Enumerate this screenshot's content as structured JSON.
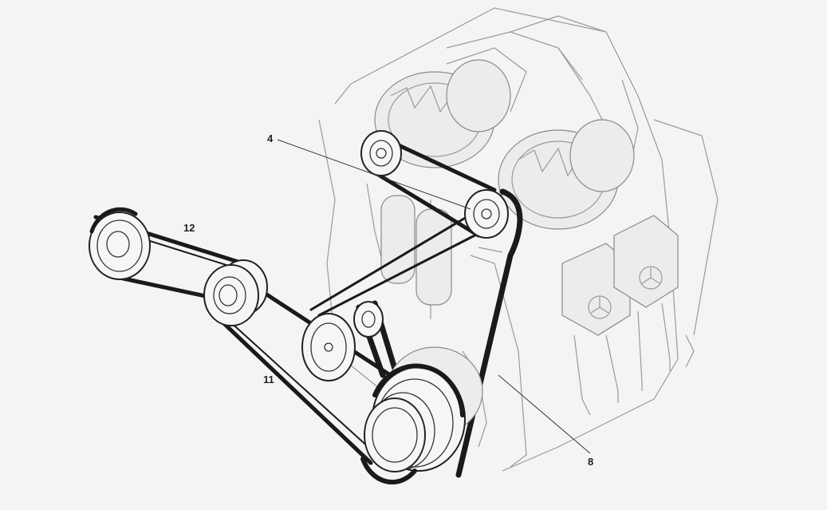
{
  "callouts": {
    "c4": "4",
    "c12": "12",
    "c11": "11",
    "c8": "8"
  }
}
